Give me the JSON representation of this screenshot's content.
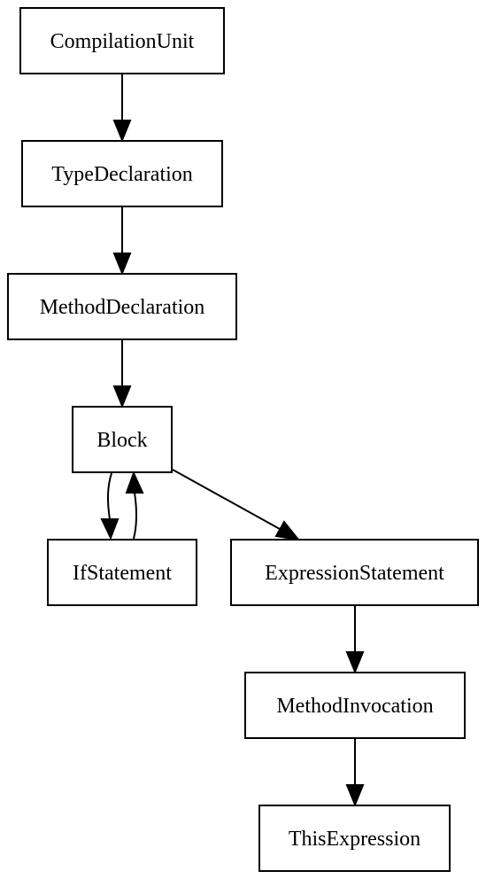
{
  "diagram": {
    "nodes": [
      {
        "id": "compilation_unit",
        "label": "CompilationUnit"
      },
      {
        "id": "type_declaration",
        "label": "TypeDeclaration"
      },
      {
        "id": "method_declaration",
        "label": "MethodDeclaration"
      },
      {
        "id": "block",
        "label": "Block"
      },
      {
        "id": "if_statement",
        "label": "IfStatement"
      },
      {
        "id": "expression_statement",
        "label": "ExpressionStatement"
      },
      {
        "id": "method_invocation",
        "label": "MethodInvocation"
      },
      {
        "id": "this_expression",
        "label": "ThisExpression"
      }
    ],
    "edges": [
      {
        "from": "compilation_unit",
        "to": "type_declaration"
      },
      {
        "from": "type_declaration",
        "to": "method_declaration"
      },
      {
        "from": "method_declaration",
        "to": "block"
      },
      {
        "from": "block",
        "to": "if_statement"
      },
      {
        "from": "if_statement",
        "to": "block"
      },
      {
        "from": "block",
        "to": "expression_statement"
      },
      {
        "from": "expression_statement",
        "to": "method_invocation"
      },
      {
        "from": "method_invocation",
        "to": "this_expression"
      }
    ]
  }
}
